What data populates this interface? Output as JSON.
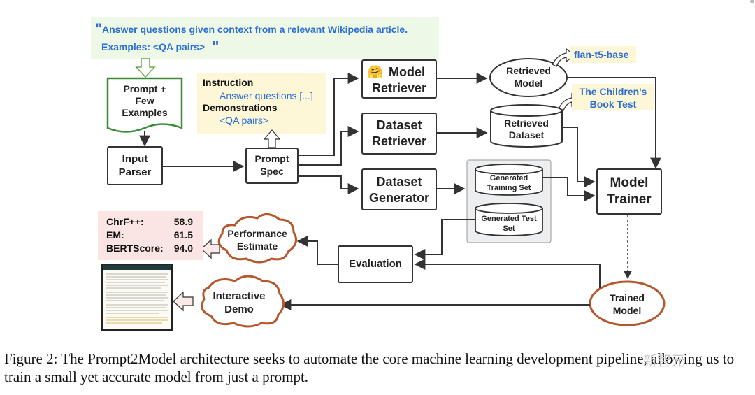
{
  "prompt_box": {
    "line1": "Answer questions given context from a relevant Wikipedia article.",
    "line2": "Examples: <QA pairs>"
  },
  "few_shot_doc": {
    "lines": [
      "Prompt +",
      "Few",
      "Examples"
    ]
  },
  "input_parser": {
    "lines": [
      "Input",
      "Parser"
    ]
  },
  "prompt_spec": {
    "lines": [
      "Prompt",
      "Spec"
    ]
  },
  "spec_note": {
    "instruction_label": "Instruction",
    "instruction_text": "Answer questions [...]",
    "demonstrations_label": "Demonstrations",
    "demonstrations_text": "<QA pairs>"
  },
  "model_retriever": {
    "emoji": "🤗",
    "line1": "Model",
    "line2": "Retriever"
  },
  "retrieved_model": {
    "lines": [
      "Retrieved",
      "Model"
    ]
  },
  "flan_note": "flan-t5-base",
  "dataset_retriever": {
    "lines": [
      "Dataset",
      "Retriever"
    ]
  },
  "retrieved_dataset": {
    "lines": [
      "Retrieved",
      "Dataset"
    ]
  },
  "childrens_note": {
    "lines": [
      "The Children's",
      "Book Test"
    ]
  },
  "dataset_generator": {
    "lines": [
      "Dataset",
      "Generator"
    ]
  },
  "generated_training": {
    "lines": [
      "Generated",
      "Training Set"
    ]
  },
  "generated_test": {
    "lines": [
      "Generated Test",
      "Set"
    ]
  },
  "model_trainer": {
    "lines": [
      "Model",
      "Trainer"
    ]
  },
  "trained_model": {
    "lines": [
      "Trained",
      "Model"
    ]
  },
  "evaluation": "Evaluation",
  "performance_estimate": {
    "lines": [
      "Performance",
      "Estimate"
    ]
  },
  "metrics": [
    {
      "name": "ChrF++:",
      "value": "58.9"
    },
    {
      "name": "EM:",
      "value": "61.5"
    },
    {
      "name": "BERTScore:",
      "value": "94.0"
    }
  ],
  "interactive_demo": {
    "lines": [
      "Interactive",
      "Demo"
    ]
  },
  "caption": {
    "prefix": "Figure 2: The ",
    "name": "Prompt2Model",
    "rest": " architecture seeks to automate the core machine learning development pipeline, allowing us to train a small yet accurate model from just a prompt."
  },
  "watermark": "新智元",
  "colors": {
    "note_green": "#eef8e6",
    "note_yellow": "#fdf7d8",
    "note_pink": "#fbe4e4",
    "blue_text": "#2b6fd6",
    "orange_border": "#b5562b",
    "doc_green": "#3a8a3a"
  }
}
